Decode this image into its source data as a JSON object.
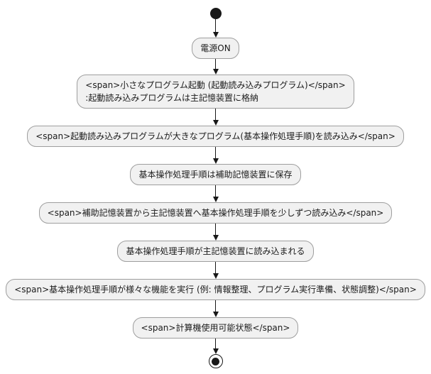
{
  "background": "#FFFFFF",
  "colors": {
    "activity_fill": "#F1F1F1",
    "activity_border": "#9E9E9E",
    "flow_line": "#181818",
    "text": "#1B1B1B",
    "bg": "#FFFFFF"
  },
  "nodes": {
    "power_on": {
      "line1": "電源ON"
    },
    "small_program": {
      "line1": "<span>小さなプログラム起動 (起動読み込みプログラム)</span>",
      "line2": ":起動読み込みプログラムは主記憶装置に格納"
    },
    "loader_reads": {
      "line1": "<span>起動読み込みプログラムが大きなプログラム(基本操作処理手順)を読み込み</span>"
    },
    "os_saved": {
      "line1": "基本操作処理手順は補助記憶装置に保存"
    },
    "load_gradually": {
      "line1": "<span>補助記憶装置から主記憶装置へ基本操作処理手順を少しずつ読み込み</span>"
    },
    "os_loaded": {
      "line1": "基本操作処理手順が主記憶装置に読み込まれる"
    },
    "os_functions": {
      "line1": "<span>基本操作処理手順が様々な機能を実行 (例: 情報整理、プログラム実行準備、状態調整)</span>"
    },
    "ready": {
      "line1": "<span>計算機使用可能状態</span>"
    }
  }
}
